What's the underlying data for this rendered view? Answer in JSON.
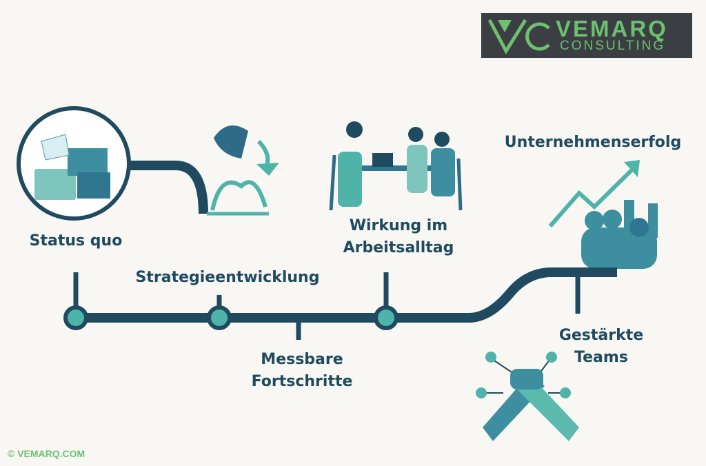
{
  "logo": {
    "brand": "VEMARQ",
    "subtitle": "CONSULTING"
  },
  "footer": {
    "copyright": "© VEMARQ.COM"
  },
  "milestones": [
    {
      "label": "Status quo"
    },
    {
      "label": "Strategieentwicklung"
    },
    {
      "label_line1": "Messbare",
      "label_line2": "Fortschritte"
    },
    {
      "label_line1": "Wirkung im",
      "label_line2": "Arbeitsalltag"
    },
    {
      "label_line1": "Gestärkte",
      "label_line2": "Teams"
    },
    {
      "label": "Unternehmenserfolg"
    }
  ],
  "colors": {
    "navy": "#1f4a60",
    "teal": "#4fb3a9",
    "green": "#6cc070",
    "background": "#f8f7f3"
  }
}
